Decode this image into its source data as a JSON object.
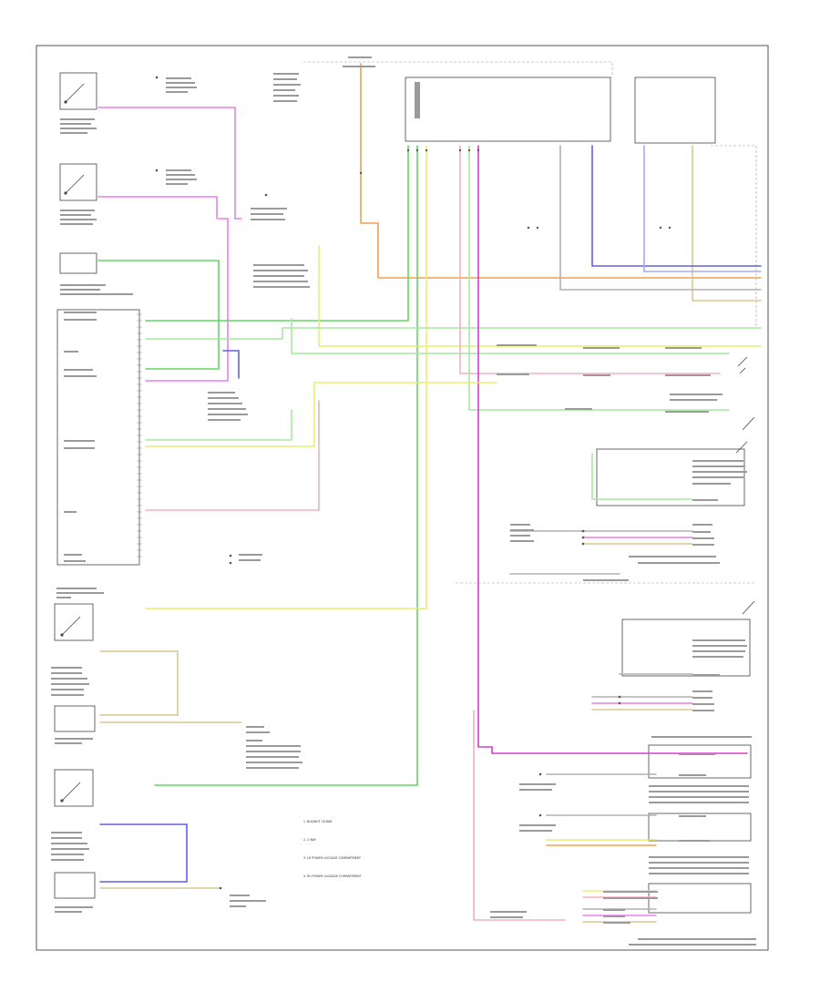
{
  "diagram": {
    "footer_left": "",
    "notes": [
      "1. BLK/WHT 18 WAY",
      "2. 2 WAY",
      "3. LH POWER LUGGAGE COMPARTMENT",
      "4. RH POWER LUGGAGE COMPARTMENT"
    ]
  },
  "wire_colors": {
    "pink": "#e880e8",
    "magenta": "#d040c8",
    "green": "#60d860",
    "lightgreen": "#a8e8a0",
    "yellow": "#ecec70",
    "orange": "#f0a050",
    "blue": "#6060e0",
    "tan": "#d8c890",
    "gray": "#b0b0b0"
  }
}
